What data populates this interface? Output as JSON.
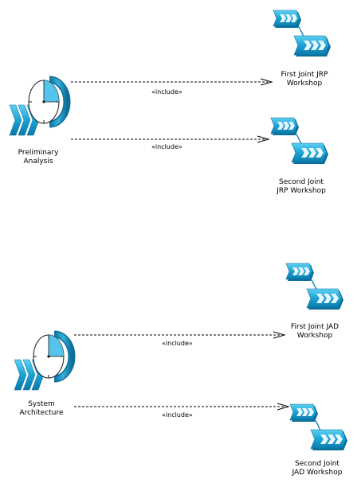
{
  "diagram": {
    "groups": [
      {
        "source": {
          "line1": "Preliminary",
          "line2": "Analysis"
        },
        "targets": [
          {
            "line1": "First Joint JRP",
            "line2": "Workshop",
            "relation": "«include»"
          },
          {
            "line1": "Second Joint",
            "line2": "JRP Workshop",
            "relation": "«include»"
          }
        ]
      },
      {
        "source": {
          "line1": "System",
          "line2": "Architecture"
        },
        "targets": [
          {
            "line1": "First Joint JAD",
            "line2": "Workshop",
            "relation": "«include»"
          },
          {
            "line1": "Second Joint",
            "line2": "JAD Workshop",
            "relation": "«include»"
          }
        ]
      }
    ]
  },
  "colors": {
    "chevron_blue": "#1aa3d6",
    "chevron_dark": "#0b79a8",
    "clock_face": "#ffffff",
    "clock_wedge": "#55c4ea",
    "clock_rim": "#1d8fb8",
    "wave_line": "#1b86b8",
    "arrow_line": "#000000"
  },
  "icons": {
    "source_icon": "process-clock-icon",
    "target_icon": "workshop-wave-icon"
  }
}
